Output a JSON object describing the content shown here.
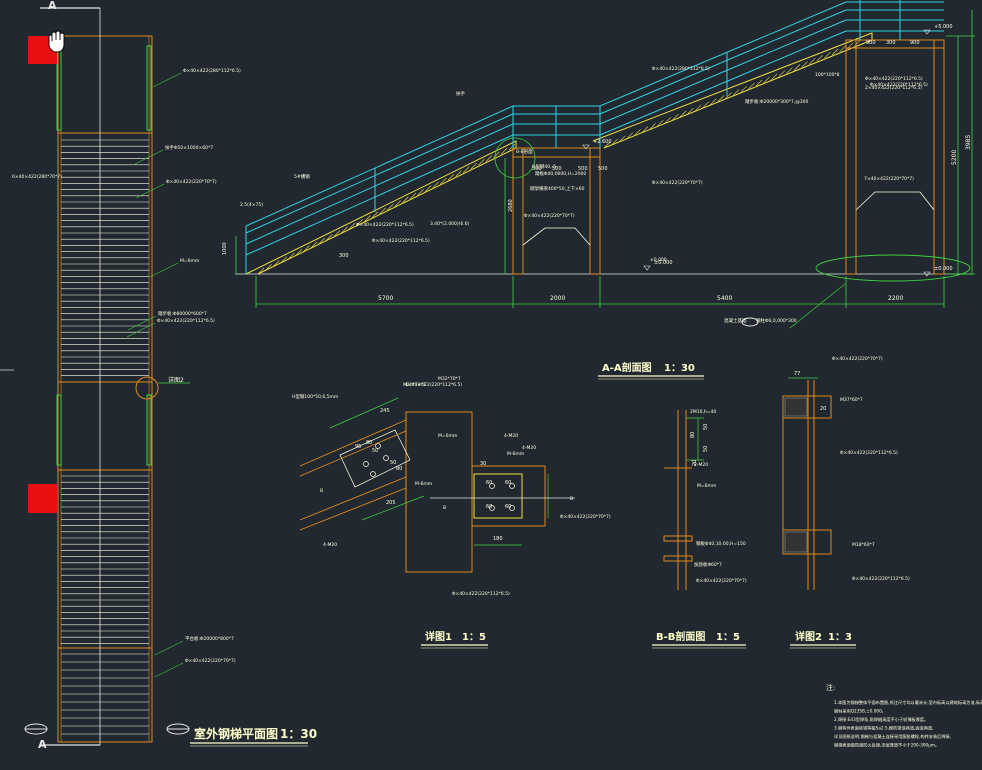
{
  "palette": {
    "bg": "#212830",
    "steel": "#e08a1e",
    "rail": "#2fd4e6",
    "dim": "#3fd23f",
    "text": "#ffffe0",
    "title": "#ffffcc",
    "white": "#e6e6e6",
    "red": "#e81010",
    "yellow": "#f0e040"
  },
  "icons": {
    "pan_cursor": "hand-pan-icon"
  },
  "plan": {
    "section_mark_top": "A",
    "section_mark_bottom": "A",
    "title": "室外钢梯平面图",
    "scale": "1：30",
    "detail_callout": "详图2",
    "tags": [
      "6×40×422(280*70*7)",
      "Φ×40×422(280*112*6.5)",
      "扶手Φ50×1000×60*7",
      "Φ×40×422(220*70*7)",
      "M=6mm",
      "踏步板:Φ80000*600*7",
      "Φ×40×422(220*112*6.5)",
      "平台板:Φ20000*800*7",
      "Φ×40×422(220*70*7)"
    ]
  },
  "elevation": {
    "title": "A-A剖面图",
    "scale": "1：30",
    "dims": [
      "5700",
      "2000",
      "5400",
      "2200"
    ],
    "elev_marks": [
      "±0.000",
      "+2.600",
      "+5.000",
      "±0.000"
    ],
    "vdims": [
      "5200",
      "3985"
    ],
    "small_dims": [
      "500",
      "500",
      "500",
      "500",
      "900",
      "300",
      "900",
      "300",
      "1000",
      "2680"
    ],
    "tags": [
      "扶手",
      "H型钢40,-5",
      "2.5(4×75)",
      "Φ×40×422(220*112*6.5)",
      "5#槽钢",
      "±0.000",
      "踏板Φ40,0000,H=2000",
      "Φ×40×422(220*70*7)",
      "刚架横梁400*50,上下×60",
      "Φ×40×422(220*112*6.5)",
      "2×40×422(220*112*6.5)",
      "7×40×422(220*70*7)",
      "Φ×40×422(280*112*6.5)",
      "100*100*8",
      "踏步板:Φ20000*300*7,@300",
      "Φ×40×422(220*70*7)",
      "钢柱Φ6,0,000*300",
      "Φ×40×422(220*112*6.5)",
      "Φ×40×422(220*112*6.5)",
      "3.40*(2.000)(6.6)",
      "B-B剖面",
      "混凝土基础"
    ]
  },
  "detail1": {
    "title": "详图1",
    "scale": "1：5",
    "dims": [
      "245",
      "80",
      "50",
      "80",
      "95",
      "50",
      "60",
      "60",
      "60",
      "60",
      "180",
      "30",
      "205"
    ],
    "tags": [
      "H型钢100*50,6,5mm",
      "M=6mm",
      "M-6mm",
      "B",
      "B",
      "B",
      "M-6mm",
      "4-M20",
      "4-M20",
      "4-M20",
      "Φ×40×422(220*70*7)",
      "Φ×40×422(220*112*6.5)",
      "4×40×422(220*112*6.5)",
      "M20*70*7",
      "M32*70*7"
    ]
  },
  "bb": {
    "title": "B-B剖面图",
    "scale": "1：5",
    "dims": [
      "50",
      "50",
      "80",
      "20"
    ],
    "tags": [
      "2M16,h=40",
      "2-M20",
      "M=6mm",
      "钢板Φ40,10.00,H=150",
      "加劲板Φ60*7",
      "Φ×40×422(220*70*7)"
    ]
  },
  "detail2": {
    "title": "详图2",
    "scale": "1：3",
    "dims": [
      "77",
      "20"
    ],
    "tags": [
      "Φ×40×422(220*70*7)",
      "M37*60*7",
      "Φ×40×422(220*112*6.5)",
      "M18*60*7",
      "Φ×40×422(220*112*6.5)"
    ]
  },
  "notes": {
    "heading": "注:",
    "lines": [
      "1.本图为钢梯整体平面布置图,所注尺寸均以毫米计,室内标高以建筑标高为准,标高单位:米。",
      "   钢材采用Q235B,±0.000。",
      "2.焊接:E43型焊条,角焊缝高度不小于较薄板厚度。",
      "3.钢构件表面除锈等级Sa2.5,刷防锈漆两道,面漆两道,",
      "   详见图纸说明,钢梯与混凝土连接采用膨胀螺栓,构件安装后焊接,",
      "   钢梯表面做防腐防火处理,涂层厚度不小于200-300μm。"
    ]
  }
}
